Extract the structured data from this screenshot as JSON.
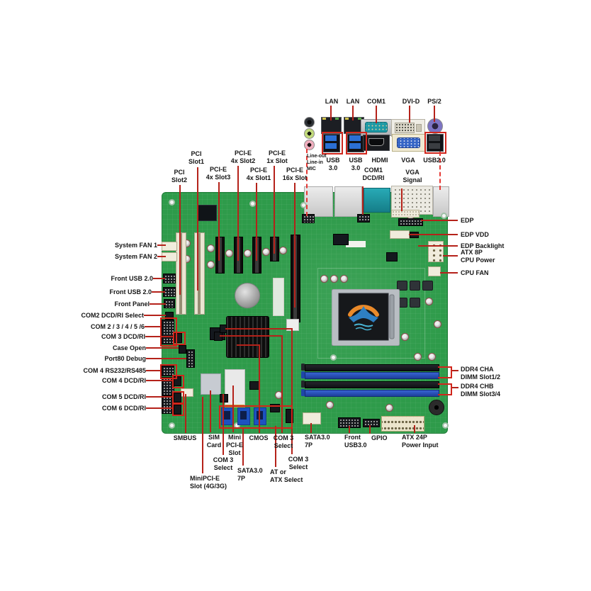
{
  "diagram": "motherboard-connector-callout-diagram",
  "colors": {
    "pcb_green": "#2e9b4a",
    "leader_red": "#b5221a",
    "highlight_red": "#d0261c",
    "dashed_red": "#e53935",
    "dimm_blue": "#3763d2",
    "sata_blue": "#1d52c0",
    "slot_cream": "#eae5d2",
    "socket_logo_orange": "#ea8a2a",
    "socket_logo_blue": "#2e7fc2"
  },
  "rear_io": {
    "lan1": "LAN",
    "lan2": "LAN",
    "com1": "COM1",
    "dvid": "DVI-D",
    "ps2": "PS/2",
    "audio": "Line-out\nLine-in\nMIC",
    "usb3_a": "USB\n3.0",
    "usb3_b": "USB\n3.0",
    "hdmi": "HDMI",
    "vga": "VGA",
    "usb2": "USB2.0"
  },
  "board": {
    "com1_dcdri": "COM1\nDCD/RI",
    "vga_signal": "VGA\nSignal",
    "slots": {
      "pci1": "PCI\nSlot1",
      "pci2": "PCI\nSlot2",
      "pcie4x_s3": "PCI-E\n4x Slot3",
      "pcie4x_s2": "PCI-E\n4x Slot2",
      "pcie4x_s1": "PCI-E\n4x Slot1",
      "pcie1x": "PCI-E\n1x Slot",
      "pcie16x": "PCI-E\n16x Slot"
    },
    "left": {
      "sysfan1": "System FAN 1",
      "sysfan2": "System FAN 2",
      "fusb20a": "Front USB 2.0",
      "fusb20b": "Front USB 2.0",
      "fpanel": "Front Panel",
      "com2sel": "COM2 DCD/RI Select",
      "com23456": "COM 2 / 3 / 4 / 5 /6",
      "com3dcd": "COM 3 DCD/RI",
      "caseopen": "Case Open",
      "port80": "Port80 Debug",
      "com4rs": "COM 4 RS232/RS485",
      "com4dcd": "COM 4 DCD/RI",
      "com5dcd": "COM 5 DCD/RI",
      "com6dcd": "COM 6 DCD/RI"
    },
    "right": {
      "edp": "EDP",
      "edp_vdd": "EDP VDD",
      "edp_backlight": "EDP Backlight",
      "atx8p": "ATX 8P\nCPU Power",
      "cpufan": "CPU FAN",
      "ddr4_cha": "DDR4 CHA\nDIMM Slot1/2",
      "ddr4_chb": "DDR4 CHB\nDIMM Slot3/4"
    },
    "bottom": {
      "smbus": "SMBUS",
      "sim": "SIM\nCard",
      "minipcie": "Mini\nPCI-E\nSlot",
      "cmos": "CMOS",
      "com3sel_a": "COM 3\nSelect",
      "sata7p_a": "SATA3.0\n7P",
      "com3sel_b": "COM 3\nSelect",
      "com3sel_c": "COM 3\nSelect",
      "sata7p_b": "SATA3.0\n7P",
      "at_atx": "AT or\nATX Select",
      "minipcie4g": "MiniPCI-E\nSlot (4G/3G)",
      "fusb30": "Front\nUSB3.0",
      "gpio": "GPIO",
      "atx24p": "ATX 24P\nPower Input"
    }
  }
}
